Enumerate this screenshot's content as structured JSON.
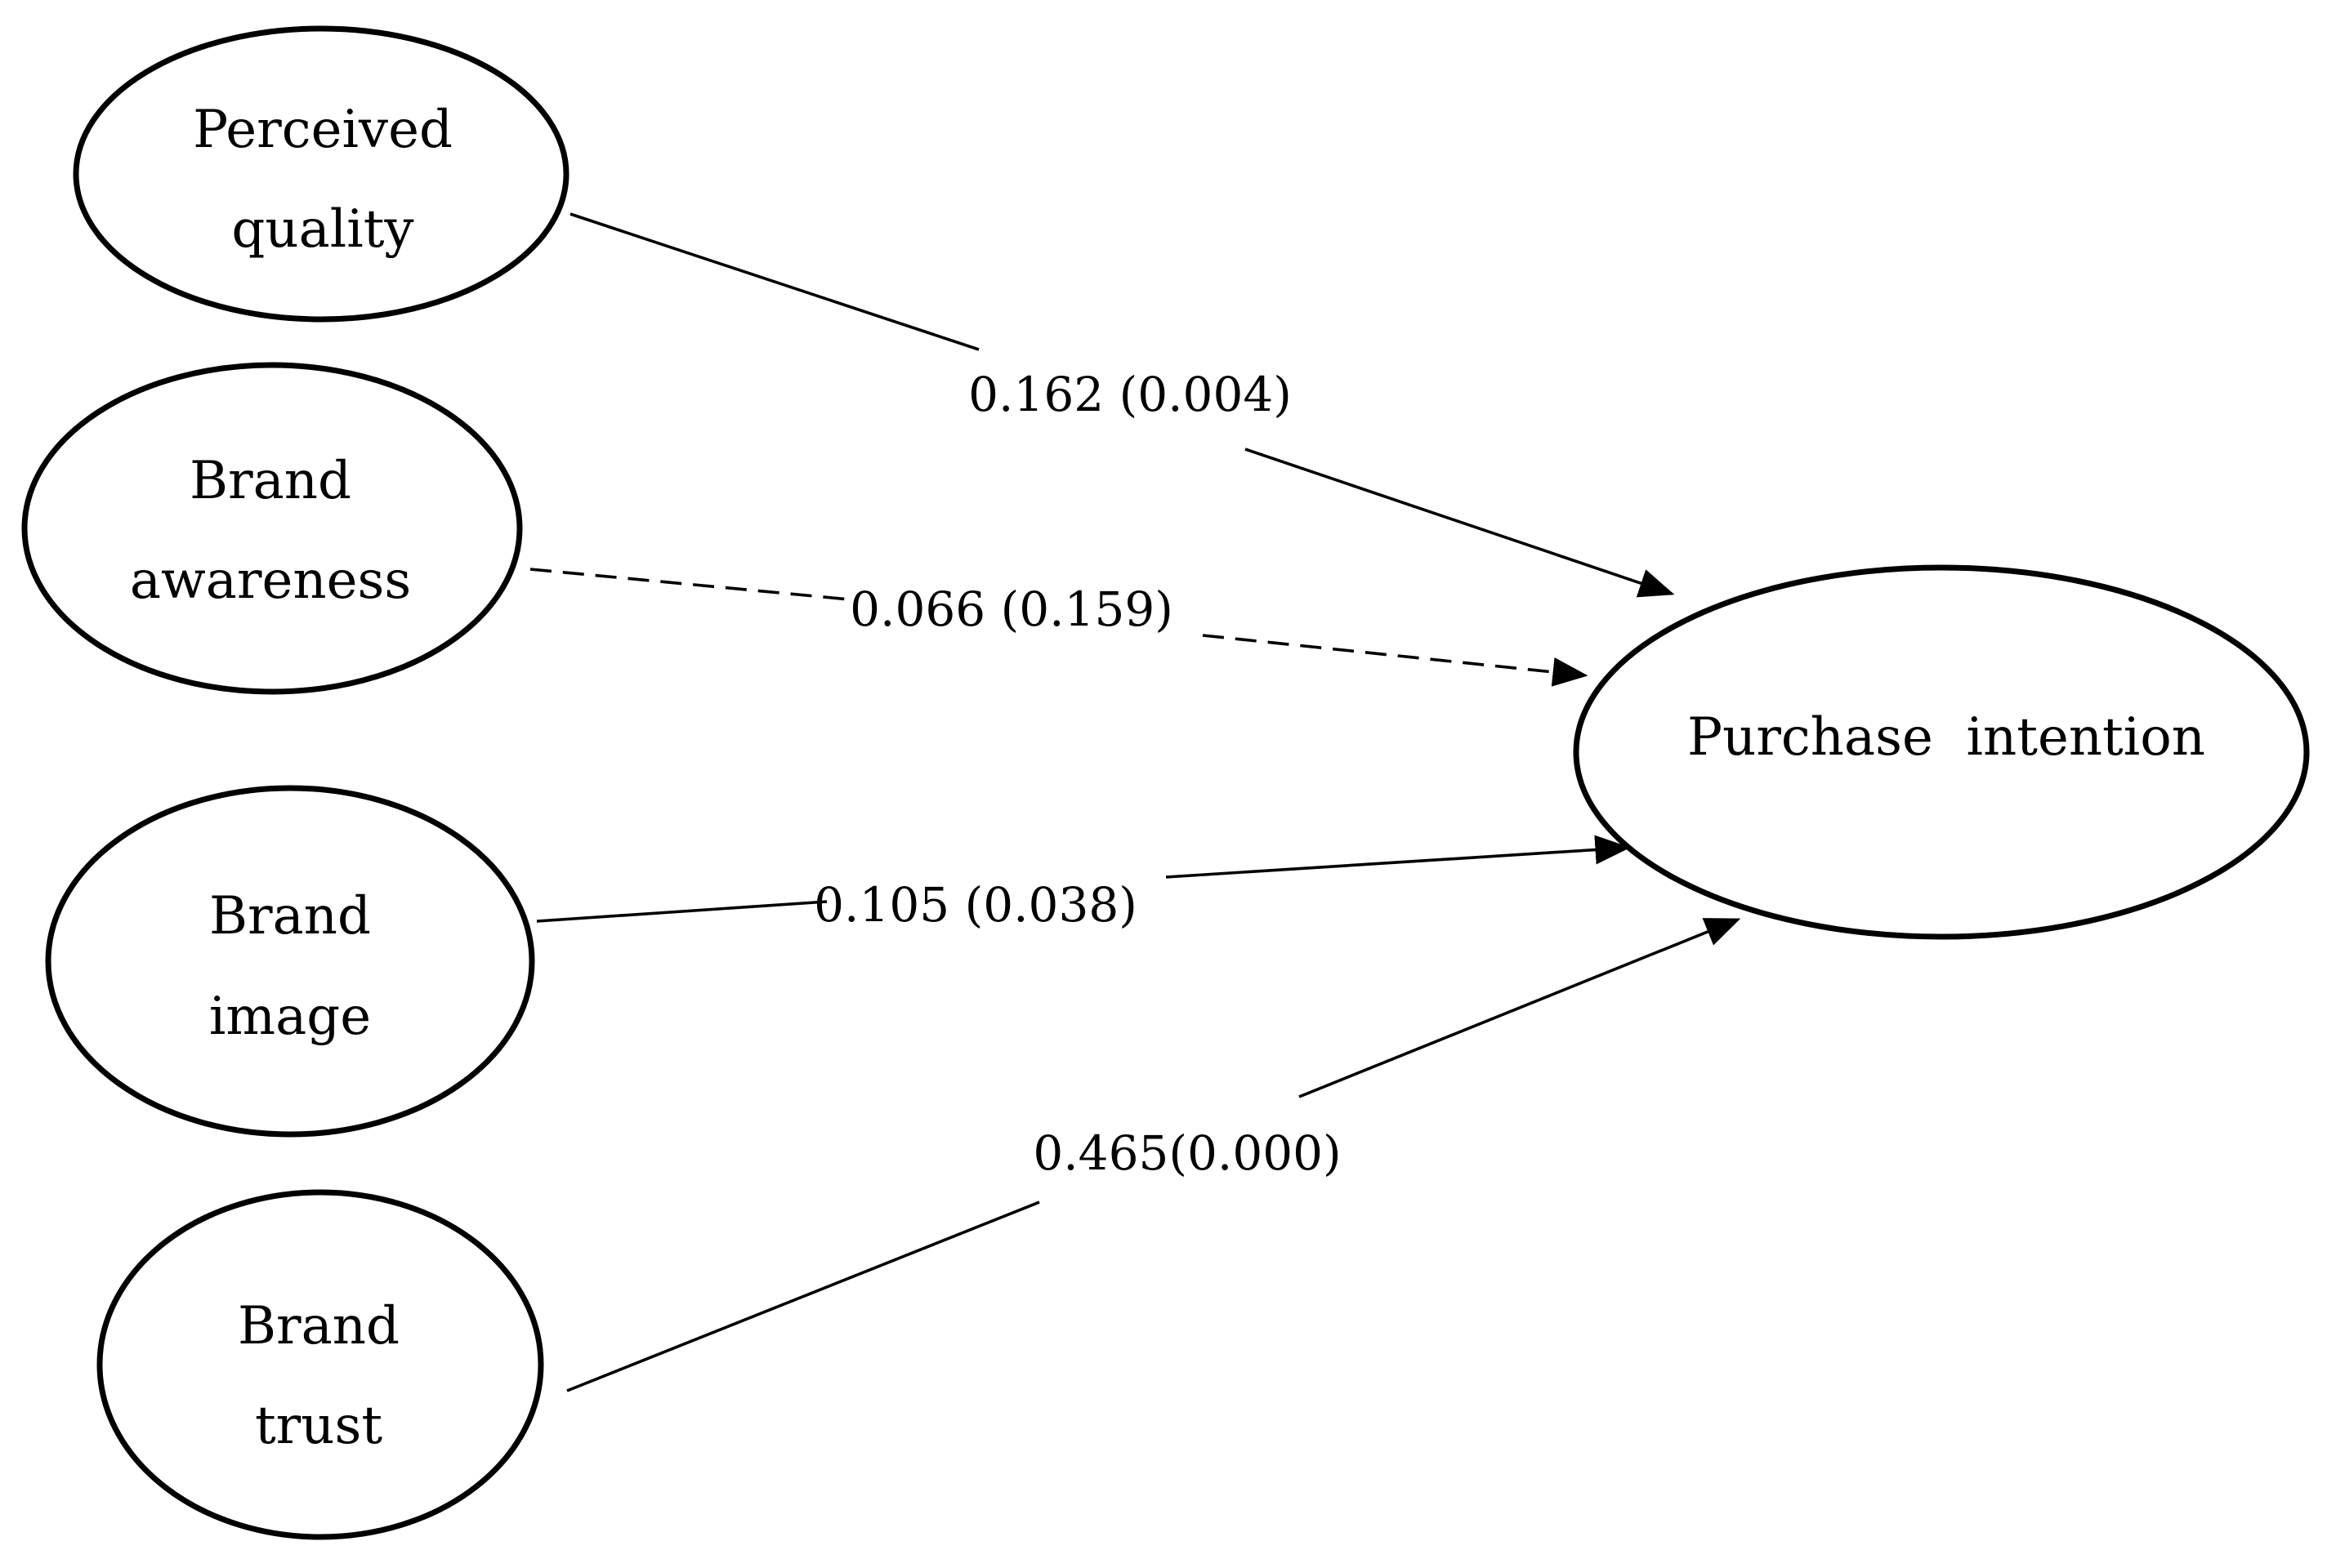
{
  "diagram": {
    "nodes": {
      "perceived_quality": {
        "line1": "Perceived",
        "line2": "quality"
      },
      "brand_awareness": {
        "line1": "Brand",
        "line2": "awareness"
      },
      "brand_image": {
        "line1": "Brand",
        "line2": "image"
      },
      "brand_trust": {
        "line1": "Brand",
        "line2": "trust"
      },
      "purchase_intention": {
        "label": "Purchase  intention"
      }
    },
    "edges": {
      "perceived_quality_to_purchase_intention": {
        "label": "0.162 (0.004)",
        "style": "solid"
      },
      "brand_awareness_to_purchase_intention": {
        "label": "0.066 (0.159)",
        "style": "dashed"
      },
      "brand_image_to_purchase_intention": {
        "label": "0.105 (0.038)",
        "style": "solid"
      },
      "brand_trust_to_purchase_intention": {
        "label": "0.465(0.000)",
        "style": "solid"
      }
    }
  }
}
